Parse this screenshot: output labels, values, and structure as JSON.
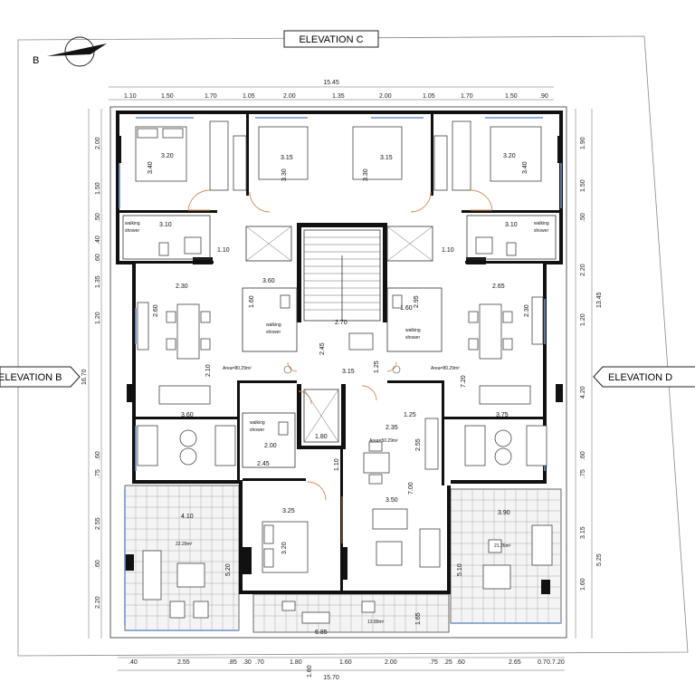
{
  "elevations": {
    "c": "ELEVATION C",
    "b": "ELEVATION B",
    "d": "ELEVATION D"
  },
  "north_arrow": {
    "letter": "B"
  },
  "dims": {
    "top_total": "15.45",
    "top_segments": [
      "1.10",
      "1.50",
      "1.70",
      "1.05",
      "2.00",
      "1.35",
      "2.00",
      "1.05",
      "1.70",
      "1.50",
      ".90"
    ],
    "bottom_total": "15.70",
    "bottom_segments": [
      ".40",
      "2.55",
      ".85",
      ".30",
      ".70",
      "1.80",
      "1.60",
      "2.00",
      ".75",
      ".25",
      ".60",
      "2.65",
      ".20"
    ],
    "bottom_extra": [
      "1.60",
      "0.7",
      "0.7"
    ],
    "left_total": "16.70",
    "left_segments": [
      "2.00",
      "1.50",
      ".50",
      ".40",
      ".60",
      "1.35",
      "1.20",
      ".75",
      ".60",
      "2.55",
      ".60",
      "2.20"
    ],
    "right_total": "13.45",
    "right_lower_total": "5.25",
    "right_segments": [
      "1.90",
      "1.50",
      ".50",
      "2.20",
      "1.20",
      "4.20",
      ".75",
      ".60",
      "3.15",
      "1.60"
    ]
  },
  "rooms": {
    "bed_tl": "3.20",
    "bed_tl_h": "3.40",
    "bed_tl2": "3.15",
    "bed_tl2_h": "3.30",
    "bed_tr2": "3.15",
    "bed_tr2_h": "3.30",
    "bed_tr": "3.20",
    "bed_tr_h": "3.40",
    "wc_l_w": "3.10",
    "wc_l_h": "1.10",
    "wc_r_w": "3.10",
    "wc_r_h": "1.10",
    "walkin_l": "walking\nshower",
    "walkin_r": "walking\nshower",
    "dining_l": "2.30",
    "dining_l_h": "2.60",
    "dining_r": "2.65",
    "dining_r_h": "2.30",
    "shower_l": "3.60",
    "shower_l_h": "1.60",
    "shower_r": "1.60",
    "shower_r_h": "2.95",
    "stair_w": "2.70",
    "stair_h": "2.45",
    "hall": "3.15",
    "hall_h": "1.25",
    "living_l": "3.60",
    "living_l_h": "2.10",
    "living_r": "3.75",
    "living_r_h": "7.20",
    "lift": "1.80",
    "area_l": "Area=80.29m²",
    "area_r": "Area=80.29m²",
    "area_c": "Area=50.29m²",
    "wc_c_w": "2.00",
    "wc_c_h": "2.45",
    "kitchen_c": "2.35",
    "kitchen_c2": "1.25",
    "dining_c_h": "2.55",
    "bed_c": "3.25",
    "bed_c_h": "3.20",
    "living_c": "3.50",
    "living_c_h": "7.00",
    "vert_c": "1.10",
    "bal_l": "4.10",
    "bal_l_area": "22.29m²",
    "bal_r": "3.90",
    "bal_r_area": "21.26m²",
    "bal_l_h": "5.20",
    "bal_r_h": "5.10",
    "bal_c": "6.85",
    "bal_c_area": "13.89m²",
    "bal_c_h": "1.65"
  },
  "colors": {
    "glass": "#6f93c4",
    "door": "#d68a55",
    "wall": "#111111"
  }
}
